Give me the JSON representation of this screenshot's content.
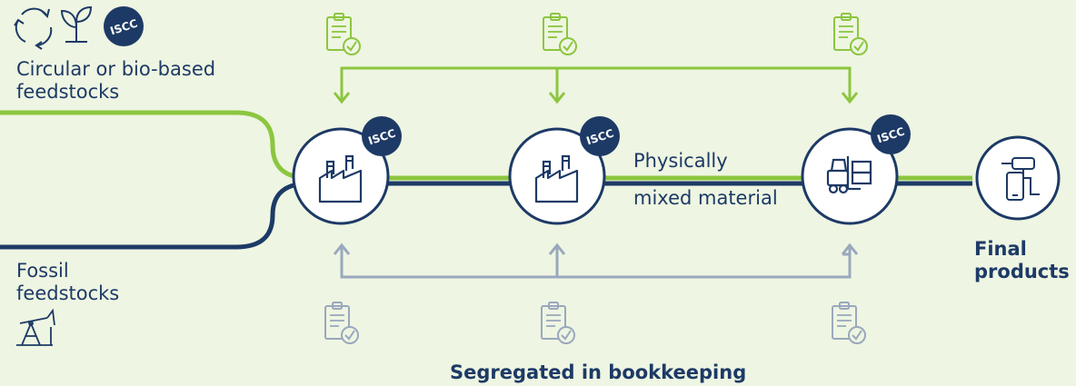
{
  "feedstocks": {
    "bio": "Circular or bio-based\nfeedstocks",
    "fossil": "Fossil\nfeedstocks"
  },
  "badge": "ISCC",
  "mixed": {
    "line1": "Physically",
    "line2": "mixed material"
  },
  "final": "Final\nproducts",
  "footer": "Segregated in bookkeeping",
  "colors": {
    "green": "#8cc63f",
    "navy": "#1d3a66",
    "gray": "#9aa8bd",
    "bg": "#eef5e2"
  },
  "icons": [
    "recycle-icon",
    "sprout-icon",
    "factory-icon",
    "forklift-icon",
    "drill-phone-icon",
    "oil-pump-icon",
    "clipboard-check-icon"
  ]
}
